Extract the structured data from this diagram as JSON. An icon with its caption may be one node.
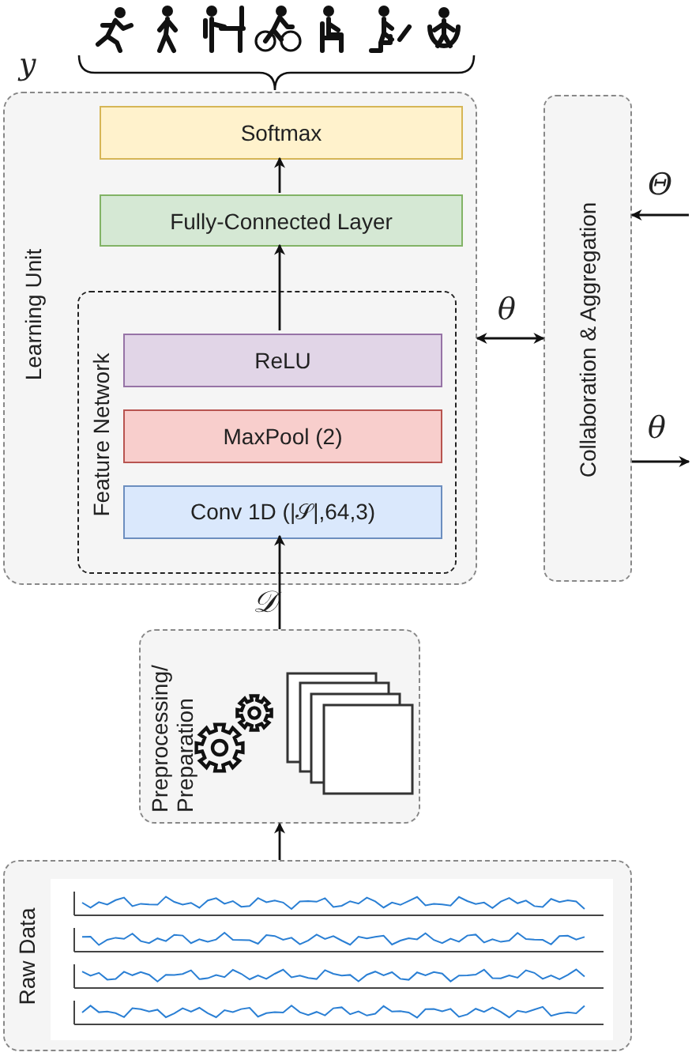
{
  "diagram": {
    "nodes": [
      {
        "text": [
          "Learning Unit"
        ]
      },
      {
        "text": [
          "Softmax"
        ],
        "in": 0
      },
      {
        "text": [
          "Fully-Connected Layer"
        ],
        "in": 0
      },
      {
        "text": [
          "Feature Network"
        ],
        "in": 0
      },
      {
        "text": [
          "ReLU"
        ],
        "in": 3
      },
      {
        "text": [
          "MaxPool (2)"
        ],
        "in": 3
      },
      {
        "text": [
          "Conv 1D (|𝒮|,64,3)"
        ],
        "in": 3
      },
      {
        "text": [
          "Collaboration & Aggregation"
        ]
      },
      {
        "text": [
          "Preprocessing/ Preparation"
        ]
      },
      {
        "text": [
          "Raw Data"
        ]
      }
    ],
    "edges": [
      {
        "from": 9,
        "to": 8,
        "arrow": "to"
      },
      {
        "from": 8,
        "to": 6,
        "arrow": "to",
        "label": "𝒟"
      },
      {
        "from": 4,
        "to": 2,
        "arrow": "to"
      },
      {
        "from": 2,
        "to": 1,
        "arrow": "to"
      },
      {
        "from": 0,
        "to": 7,
        "arrow": "both",
        "label": "θ"
      },
      {
        "from": null,
        "to": 7,
        "arrow": "to",
        "label": "Θ"
      },
      {
        "from": 7,
        "to": null,
        "arrow": "to",
        "label": "θ"
      }
    ],
    "labels": [
      "y"
    ]
  }
}
